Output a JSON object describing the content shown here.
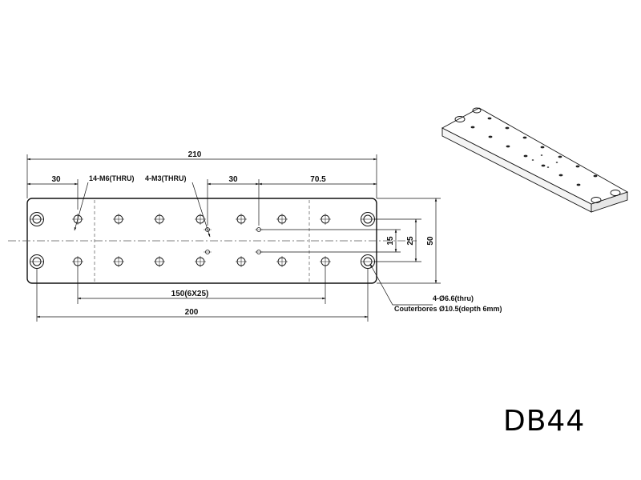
{
  "drawing": {
    "model_name": "DB44",
    "dimensions": {
      "overall_length_label": "210",
      "hole_span_label": "200",
      "pitch_span_label": "150(6X25)",
      "left_offset_label": "30",
      "m3_offset_label": "30",
      "right_offset_label": "70.5",
      "width_label": "50",
      "row_spacing_label": "25",
      "m3_spacing_label": "15"
    },
    "callouts": {
      "m6_holes": "14-M6(THRU)",
      "m3_holes": "4-M3(THRU)",
      "mount_holes": "4-Ø6.6(thru)",
      "counterbore": "Couterbores  Ø10.5(depth 6mm)"
    },
    "colors": {
      "line": "#111111",
      "thin": "#444444",
      "body": "#ffffff"
    }
  }
}
